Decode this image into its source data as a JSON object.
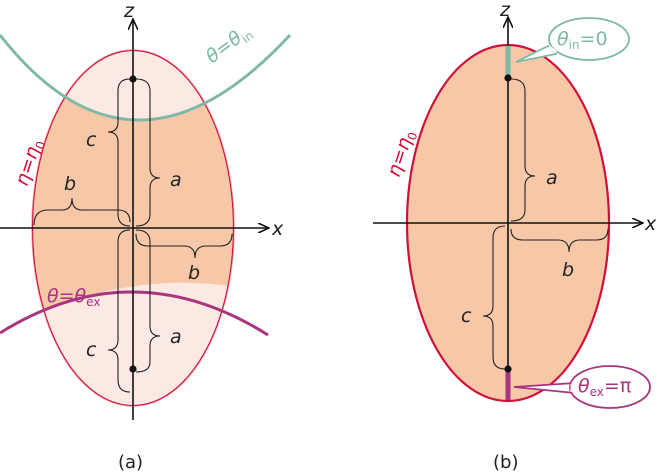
{
  "panels": [
    {
      "caption": "(a)",
      "labels": {
        "z": "z",
        "x": "x",
        "a_top": "a",
        "a_bottom": "a",
        "b_left": "b",
        "b_right": "b",
        "c_top": "c",
        "c_bottom": "c",
        "eta_main": "η",
        "eta_eq": "=",
        "eta_val": "η",
        "eta_sub": "0",
        "theta_in_sym": "θ",
        "theta_in_eq": "=",
        "theta_in_sym2": "θ",
        "theta_in_sub": "in",
        "theta_ex_sym": "θ",
        "theta_ex_eq": "=",
        "theta_ex_sym2": "θ",
        "theta_ex_sub": "ex"
      }
    },
    {
      "caption": "(b)",
      "labels": {
        "z": "z",
        "x": "x",
        "a": "a",
        "b": "b",
        "c": "c",
        "eta_main": "η",
        "eta_eq": "=",
        "eta_val": "η",
        "eta_sub": "0",
        "theta_in_sym": "θ",
        "theta_in_sub": "in",
        "theta_in_rest": "=0",
        "theta_ex_sym": "θ",
        "theta_ex_sub": "ex",
        "theta_ex_rest": "=π"
      }
    }
  ],
  "colors": {
    "ellipse_fill": "#f6c8a8",
    "ellipse_light": "#fce9e4",
    "ellipse_stroke": "#d0103a",
    "theta_in": "#7fb9a6",
    "theta_ex": "#a8357e"
  }
}
